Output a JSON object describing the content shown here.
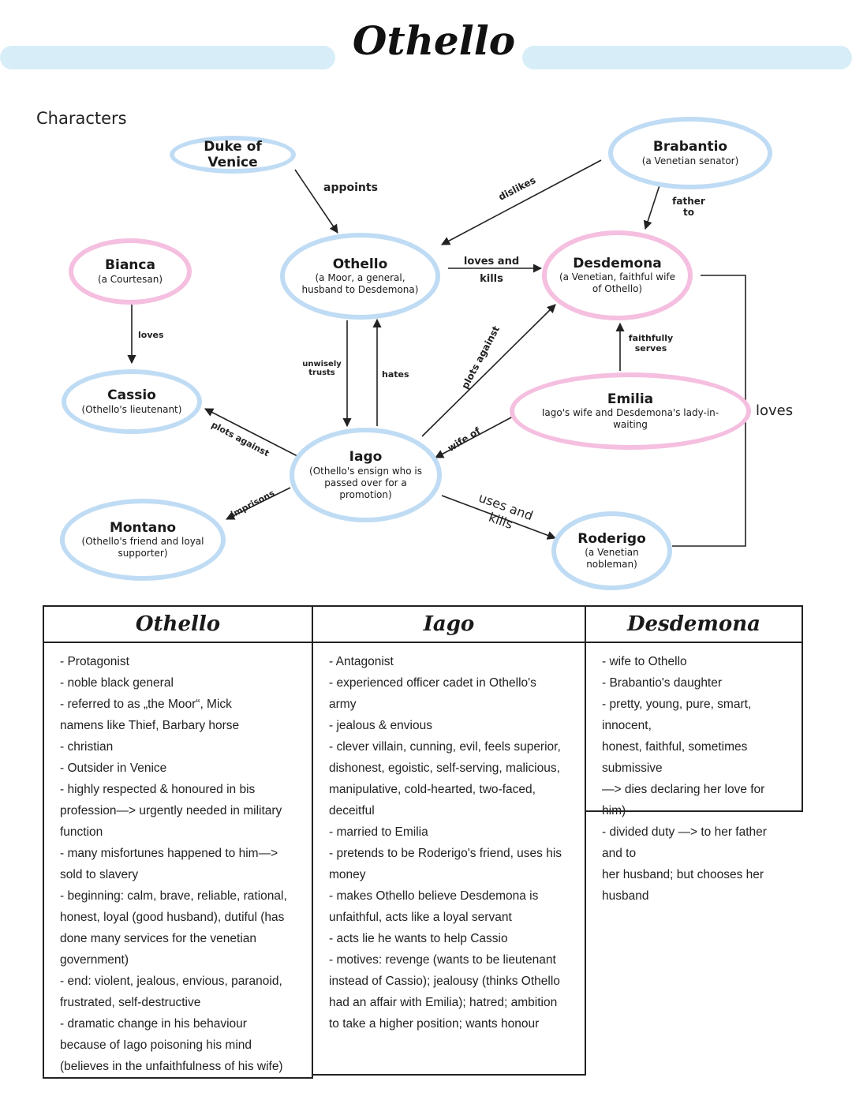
{
  "title": "Othello",
  "section_label": "Characters",
  "characters": {
    "duke": {
      "name": "Duke of Venice",
      "desc": ""
    },
    "brabantio": {
      "name": "Brabantio",
      "desc": "(a Venetian senator)"
    },
    "bianca": {
      "name": "Bianca",
      "desc": "(a Courtesan)"
    },
    "othello": {
      "name": "Othello",
      "desc": "(a Moor, a general, husband to Desdemona)"
    },
    "desdemona": {
      "name": "Desdemona",
      "desc": "(a Venetian, faithful wife of Othello)"
    },
    "cassio": {
      "name": "Cassio",
      "desc": "(Othello's lieutenant)"
    },
    "emilia": {
      "name": "Emilia",
      "desc": "Iago's wife and Desdemona's lady-in-waiting"
    },
    "iago": {
      "name": "Iago",
      "desc": "(Othello's ensign who is passed over for a promotion)"
    },
    "montano": {
      "name": "Montano",
      "desc": "(Othello's friend and loyal supporter)"
    },
    "roderigo": {
      "name": "Roderigo",
      "desc": "(a Venetian nobleman)"
    }
  },
  "relations": {
    "appoints": "appoints",
    "dislikes": "dislikes",
    "father_to": "father to",
    "loves_and_kills": "loves and kills",
    "bianca_loves": "loves",
    "unwisely_trusts": "unwisely trusts",
    "hates": "hates",
    "plots_against_desdemona": "plots against",
    "faithfully_serves": "faithfully serves",
    "wife_of": "wife of",
    "plots_against_cassio": "plots against",
    "imprisons": "imprisons",
    "uses_and_kills": "uses and kills",
    "roderigo_loves": "loves"
  },
  "tables": [
    {
      "heading": "Othello",
      "items": [
        "- Protagonist",
        "- noble black general",
        "- referred to as „the Moor“, Mick",
        "namens like Thief, Barbary horse",
        "- christian",
        "- Outsider in Venice",
        "- highly respected & honoured in bis",
        "profession—> urgently needed in military",
        "function",
        "- many misfortunes happened to him—>",
        "sold to slavery",
        "- beginning: calm, brave, reliable, rational,",
        "honest, loyal (good husband), dutiful (has",
        "done many services for the venetian",
        "government)",
        "- end: violent, jealous, envious, paranoid,",
        "frustrated, self-destructive",
        "- dramatic change in his behaviour",
        "because of Iago poisoning his mind",
        "(believes in the unfaithfulness of his wife)"
      ]
    },
    {
      "heading": "Iago",
      "items": [
        "- Antagonist",
        "- experienced officer cadet in Othello's",
        "army",
        "- jealous & envious",
        "- clever villain, cunning, evil, feels superior,",
        "dishonest, egoistic, self-serving, malicious,",
        "manipulative, cold-hearted, two-faced,",
        "deceitful",
        "- married to Emilia",
        "- pretends to be Roderigo's friend, uses his",
        "money",
        "- makes Othello believe Desdemona is",
        "unfaithful, acts like a loyal servant",
        "- acts lie he wants to help Cassio",
        "- motives: revenge (wants to be lieutenant",
        "instead of Cassio); jealousy (thinks Othello",
        "had an affair with Emilia); hatred; ambition",
        "to take a higher position; wants honour"
      ]
    },
    {
      "heading": "Desdemona",
      "items": [
        "- wife to Othello",
        "- Brabantio's daughter",
        "- pretty, young, pure, smart, innocent,",
        "honest, faithful, sometimes submissive",
        "—> dies declaring her love for him)",
        "- divided duty —> to her father and to",
        "her husband; but chooses her husband"
      ]
    }
  ],
  "colors": {
    "blue_ring": "#bfdcf4",
    "pink_ring": "#f5bfe0",
    "header_band": "#d7eef8"
  }
}
